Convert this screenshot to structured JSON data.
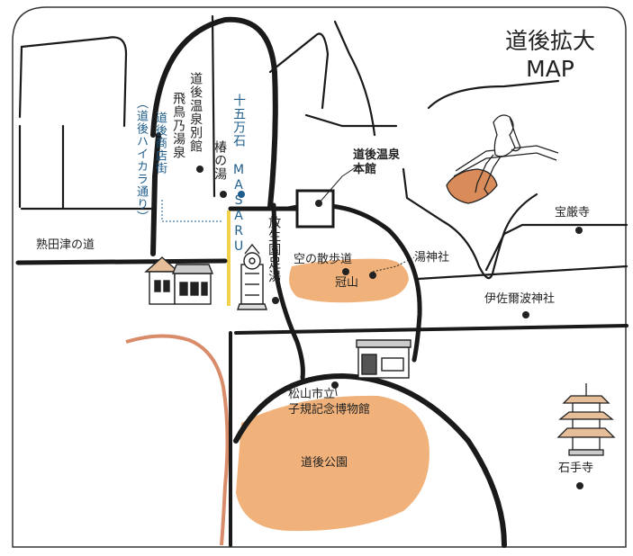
{
  "map": {
    "title_line1": "道後拡大",
    "title_line2": "MAP",
    "colors": {
      "road": "#1a1a1a",
      "park": "#f0b27a",
      "highlight_road": "#f2d24a",
      "accent_text": "#1f5e8c",
      "river": "#d98c6a"
    },
    "labels": {
      "masaru": "十五万石 MASARU",
      "dogo_onsen_bekkan": "道後温泉別館",
      "asuka_no_yu": "飛鳥乃湯泉",
      "tsubaki_no_yu": "椿の湯",
      "shotengai": "道後商店街",
      "shotengai_sub": "（道後ハイカラ通り）",
      "dogo_onsen_honkan_1": "道後温泉",
      "dogo_onsen_honkan_2": "本館",
      "nikitatsu": "熟田津の道",
      "houseien": "放生園足湯",
      "sora_no_sanpomichi": "空の散歩道",
      "yujinja": "湯神社",
      "kanmuriyama": "冠山",
      "hogonji": "宝厳寺",
      "isaniwa": "伊佐爾波神社",
      "shiki_1": "松山市立",
      "shiki_2": "子規記念博物館",
      "dogo_park": "道後公園",
      "ishiteji": "石手寺"
    }
  }
}
